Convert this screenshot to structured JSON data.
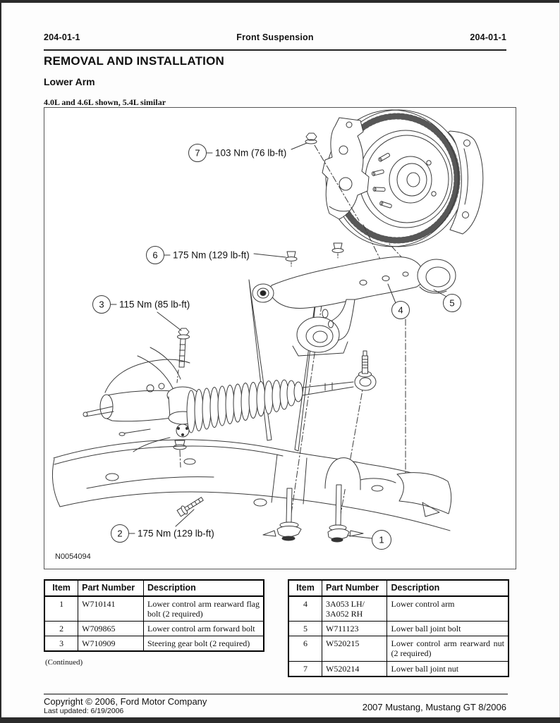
{
  "page": {
    "header": {
      "left": "204-01-1",
      "center": "Front Suspension",
      "right": "204-01-1"
    },
    "section_title": "REMOVAL AND INSTALLATION",
    "subsection_title": "Lower Arm",
    "figure_caption": "4.0L and 4.6L shown, 5.4L similar",
    "figure_code": "N0054094",
    "footer": {
      "copyright": "Copyright © 2006, Ford Motor Company",
      "last_updated": "Last updated: 6/19/2006",
      "publication": "2007 Mustang, Mustang GT 8/2006"
    }
  },
  "diagram": {
    "callouts": {
      "c1": {
        "num": "1"
      },
      "c2": {
        "num": "2",
        "label": "175 Nm (129 lb-ft)"
      },
      "c3": {
        "num": "3",
        "label": "115 Nm (85 lb-ft)"
      },
      "c4": {
        "num": "4"
      },
      "c5": {
        "num": "5"
      },
      "c6": {
        "num": "6",
        "label": "175 Nm (129 lb-ft)"
      },
      "c7": {
        "num": "7",
        "label": "103 Nm (76 lb-ft)"
      }
    }
  },
  "tables": {
    "headers": [
      "Item",
      "Part Number",
      "Description"
    ],
    "left": {
      "rows": [
        {
          "item": "1",
          "part": "W710141",
          "desc": "Lower control arm rearward flag bolt (2 required)"
        },
        {
          "item": "2",
          "part": "W709865",
          "desc": "Lower control arm forward bolt"
        },
        {
          "item": "3",
          "part": "W710909",
          "desc": "Steering gear bolt (2 required)"
        }
      ],
      "continued": "(Continued)"
    },
    "right": {
      "rows": [
        {
          "item": "4",
          "part": "3A053 LH/ 3A052 RH",
          "desc": "Lower control arm"
        },
        {
          "item": "5",
          "part": "W711123",
          "desc": "Lower ball joint bolt"
        },
        {
          "item": "6",
          "part": "W520215",
          "desc": "Lower control arm rearward nut (2 required)"
        },
        {
          "item": "7",
          "part": "W520214",
          "desc": "Lower ball joint nut"
        }
      ]
    }
  }
}
